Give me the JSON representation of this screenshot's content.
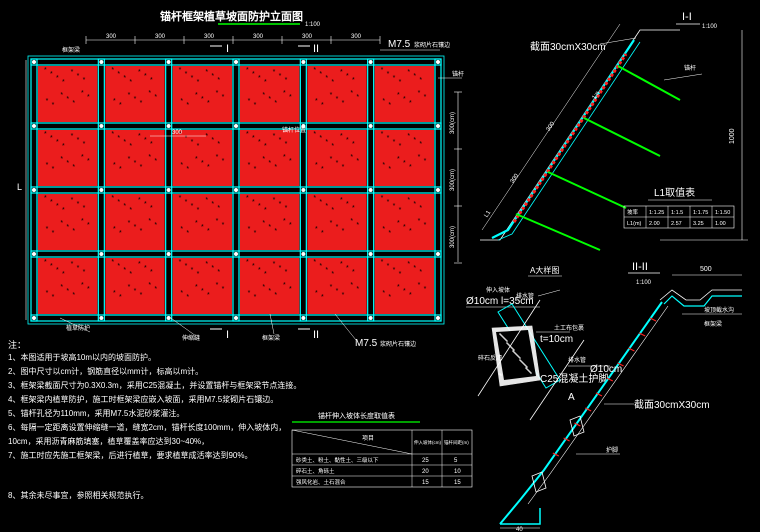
{
  "colors": {
    "background": "#000000",
    "frame": "#00ffff",
    "panel": "#ff2020",
    "anchor": "#00ff00",
    "text": "#ffffff",
    "accent_yellow": "#ffff00"
  },
  "elevation": {
    "title": "锚杆框架植草坡面防护立面图",
    "title_scale": "1:100",
    "dims_top": [
      "300",
      "300",
      "300",
      "300",
      "300",
      "300"
    ],
    "dims_right": [
      "300(cm)",
      "300(cm)",
      "300(cm)"
    ],
    "dim_inner": "300",
    "section_mark_1": "I",
    "section_mark_2": "II",
    "label_m75_top": "M7.5",
    "label_m75_top_note": "浆砌片石镶边",
    "label_m75_bottom": "M7.5",
    "label_m75_bottom_note": "浆砌片石镶边",
    "label_left_top": "框架梁",
    "label_right_top": "锚杆",
    "label_center": "锚杆位置",
    "label_bottom_left": "植草防护",
    "label_bottom_mid": "伸缩缝",
    "label_bottom_mid2": "框架梁",
    "left_mark": "L"
  },
  "section_I": {
    "title": "I-I",
    "scale": "1:100",
    "beam_label": "截面30cmX30cm",
    "anchor_label": "锚杆",
    "slope_label_1": "1:n",
    "slope_label_2": "300",
    "slope_label_3": "300",
    "slope_label_4": "300",
    "height_label": "1000",
    "L1": "L1",
    "table_title": "L1取值表",
    "table_header": [
      "坡率",
      "1:1.25",
      "1:1.5",
      "1:1.75",
      "1:1.50"
    ],
    "table_row": [
      "L1(m)",
      "2.00",
      "2.57",
      "3.25",
      "1.00"
    ]
  },
  "detail_A": {
    "title": "A大样图",
    "dia_label": "Ø10cm l=35cm",
    "pipe_label": "排水管",
    "fabric_label": "土工布包裹",
    "gravel_label": "碎石反滤",
    "thickness_label": "t=10cm",
    "concrete_label": "C25混凝土护脚",
    "top_note": "伸入坡体"
  },
  "section_II": {
    "title": "II-II",
    "scale": "1:100",
    "top_dim": "500",
    "dia_label": "Ø10cm",
    "beam_label": "截面30cmX30cm",
    "drain_label": "排水管",
    "label_top_right": "坡顶截水沟",
    "label_top_right2": "框架梁",
    "mark_A": "A",
    "bottom_label": "护脚",
    "bottom_dim": "40"
  },
  "notes": [
    "注：",
    "1、本图适用于坡高10m以内的坡面防护。",
    "2、图中尺寸以cm计，钢筋直径以mm计，标高以m计。",
    "3、框架梁截面尺寸为0.3X0.3m，采用C25混凝土，并设置锚杆与框架梁节点连接。",
    "4、框架梁内植草防护，施工时框架梁应嵌入坡面，采用M7.5浆砌片石镶边。",
    "5、锚杆孔径为110mm，采用M7.5水泥砂浆灌注。",
    "6、每隔一定距离设置伸缩缝一道，缝宽2cm，锚杆长度100mm，伸入坡体内，",
    "10cm，采用沥青麻筋填塞，植草覆盖率应达到30~40%，",
    "7、施工时应先施工框架梁，后进行植草，要求植草成活率达到90%。",
    "8、其余未尽事宜，参照相关规范执行。"
  ],
  "mid_table": {
    "title": "锚杆伸入坡体长度取值表",
    "header_col1": "项目",
    "header_col2": "伸入坡体(cm)",
    "header_col3": "锚杆间距(m)",
    "rows": [
      {
        "name": "砂类土、粉土、黏性土、三级以下",
        "v1": "25",
        "v2": "5"
      },
      {
        "name": "碎石土、角砾土",
        "v1": "20",
        "v2": "10"
      },
      {
        "name": "强风化岩、土石混合",
        "v1": "15",
        "v2": "15"
      }
    ]
  }
}
